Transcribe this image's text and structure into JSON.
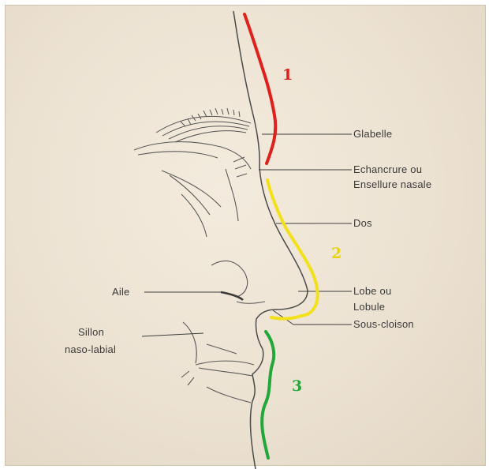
{
  "labels": {
    "glabelle": "Glabelle",
    "echancrure": "Echancrure ou",
    "ensellure": "Ensellure nasale",
    "dos": "Dos",
    "aile": "Aile",
    "lobe": "Lobe ou",
    "lobule": "Lobule",
    "sous_cloison": "Sous-cloison",
    "sillon": "Sillon",
    "naso_labial": "naso-labial"
  },
  "segments": [
    {
      "number": "1",
      "color": "#e0201c"
    },
    {
      "number": "2",
      "color": "#f2e01a"
    },
    {
      "number": "3",
      "color": "#22a83a"
    }
  ],
  "line_color": "#3c3c3c"
}
